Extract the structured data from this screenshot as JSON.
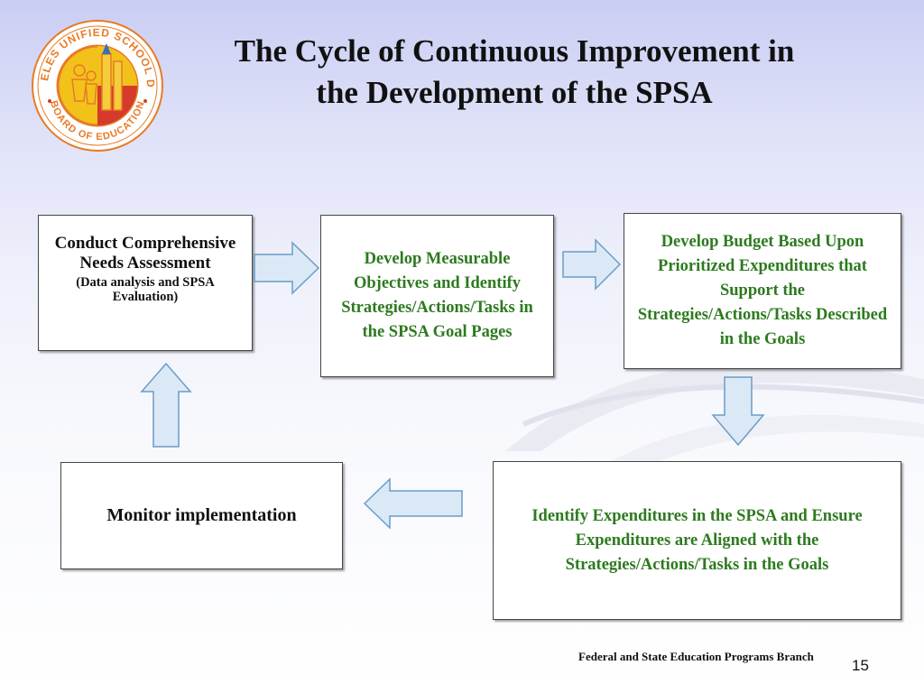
{
  "title": {
    "line1": "The Cycle of Continuous Improvement in",
    "line2": "the Development of the SPSA"
  },
  "logo": {
    "ring_text_top": "LOS ANGELES UNIFIED SCHOOL DISTRICT",
    "ring_text_bottom": "BOARD OF EDUCATION",
    "colors": {
      "ring": "#e87a25",
      "seal": "#f2c21b",
      "accent": "#d63a2a",
      "blue": "#3b6fb6"
    }
  },
  "diagram": {
    "steps": [
      {
        "id": "needs",
        "text": "Conduct Comprehensive Needs Assessment",
        "subtext": "(Data analysis and SPSA Evaluation)"
      },
      {
        "id": "objectives",
        "text": "Develop Measurable Objectives and Identify Strategies/Actions/Tasks in the SPSA Goal Pages"
      },
      {
        "id": "budget",
        "text": "Develop Budget Based Upon Prioritized Expenditures that Support the Strategies/Actions/Tasks Described in the Goals"
      },
      {
        "id": "expenditures",
        "text": "Identify Expenditures in the SPSA and Ensure Expenditures are Aligned with the Strategies/Actions/Tasks in the Goals"
      },
      {
        "id": "monitor",
        "text": "Monitor implementation"
      }
    ],
    "colors": {
      "step_text_green": "#2d7a1f",
      "arrow_fill": "#dbe9f6",
      "arrow_stroke": "#6a9cc8"
    }
  },
  "footer": {
    "branch": "Federal and State Education Programs Branch",
    "page_number": "15"
  }
}
